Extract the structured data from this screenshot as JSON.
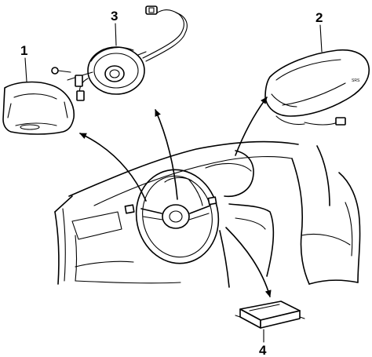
{
  "callouts": {
    "c1": "1",
    "c2": "2",
    "c3": "3",
    "c4": "4"
  },
  "module_mark": "SRS"
}
